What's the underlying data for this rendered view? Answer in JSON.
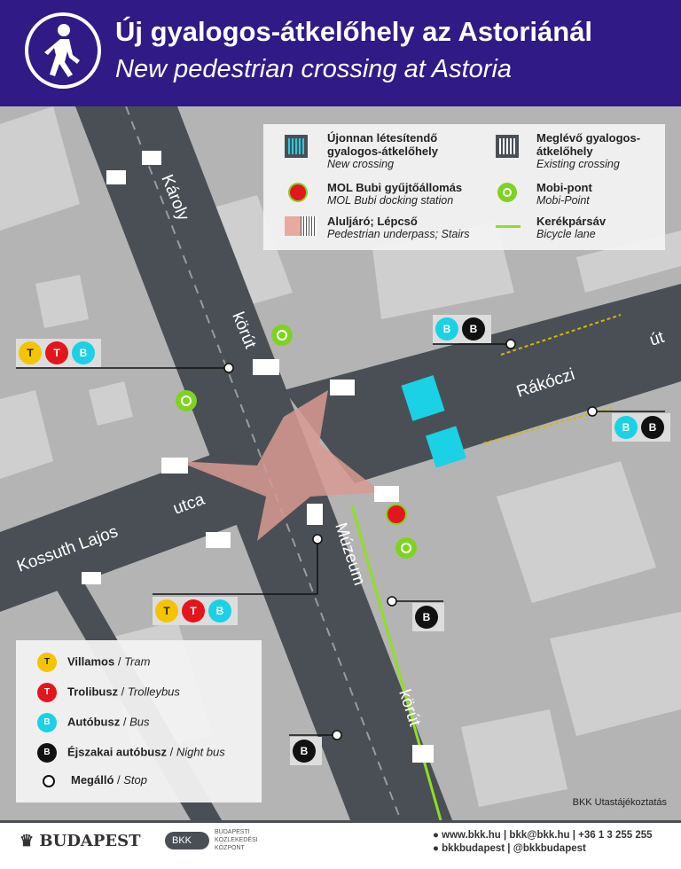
{
  "header": {
    "title_hu": "Új gyalogos-átkelőhely az Astoriánál",
    "title_en": "New pedestrian crossing at Astoria",
    "icon": "pedestrian-icon",
    "color": "#2f1a86"
  },
  "legend_top": {
    "new_crossing": {
      "hu": "Újonnan létesítendő gyalogos-átkelőhely",
      "en": "New crossing",
      "color": "#1ad1e5"
    },
    "existing_crossing": {
      "hu": "Meglévő gyalogos-átkelőhely",
      "en": "Existing crossing"
    },
    "bubi": {
      "hu": "MOL Bubi gyűjtőállomás",
      "en": "MOL Bubi docking station",
      "color": "#e3161b"
    },
    "mobi": {
      "hu": "Mobi-pont",
      "en": "Mobi-Point",
      "color": "#7ed321"
    },
    "underpass": {
      "hu": "Aluljáró; Lépcső",
      "en": "Pedestrian underpass; Stairs",
      "color": "#e8aaa0"
    },
    "bike_lane": {
      "hu": "Kerékpársáv",
      "en": "Bicycle lane",
      "color": "#8ee020"
    }
  },
  "legend_bottom": [
    {
      "hu": "Villamos",
      "en": "Tram",
      "color": "#f5c400",
      "icon": "tram-icon"
    },
    {
      "hu": "Trolibusz",
      "en": "Trolleybus",
      "color": "#e3161b",
      "icon": "trolleybus-icon"
    },
    {
      "hu": "Autóbusz",
      "en": "Bus",
      "color": "#1ad1e5",
      "icon": "bus-icon"
    },
    {
      "hu": "Éjszakai autóbusz",
      "en": "Night bus",
      "color": "#111111",
      "icon": "night-bus-icon"
    },
    {
      "hu": "Megálló",
      "en": "Stop",
      "icon": "stop-icon"
    }
  ],
  "streets": {
    "karoly": "Károly",
    "korut1": "körút",
    "rakoczi": "Rákóczi",
    "ut": "út",
    "kossuth": "Kossuth Lajos",
    "utca": "utca",
    "muzeum": "Múzeum",
    "korut2": "körút"
  },
  "credit": "BKK Utastájékoztatás",
  "footer": {
    "budapest": "BUDAPEST",
    "bkk": "BKK",
    "bkk_full": [
      "BUDAPESTI",
      "KÖZLEKEDÉSI",
      "KÖZPONT"
    ],
    "contact": "www.bkk.hu | bkk@bkk.hu | +36 1 3 255 255",
    "social": "bkkbudapest | @bkkbudapest"
  }
}
